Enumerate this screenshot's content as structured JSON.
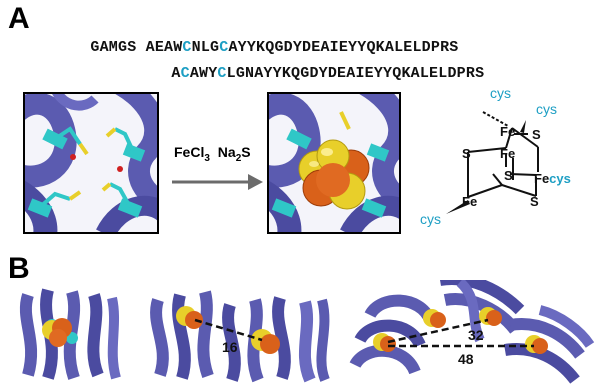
{
  "panel_a": {
    "label": "A",
    "seq_line1": {
      "parts": [
        "GAMGS AEAW",
        "C",
        "NLG",
        "C",
        "AYYKQGDYDEAIEYYQKALELDPRS"
      ]
    },
    "seq_line2": {
      "parts": [
        "A",
        "C",
        "AWY",
        "C",
        "LGNAYYKQGDYDEAIEYYQKALELDPRS"
      ]
    },
    "reagents": {
      "first": "FeCl",
      "first_sub": "3",
      "second": "Na",
      "second_sub": "2",
      "second_tail": "S"
    },
    "cluster": {
      "fe_label": "Fe",
      "s_label": "S",
      "cys_label": "cys",
      "fe_cys_label": "Fecys"
    }
  },
  "panel_b": {
    "label": "B",
    "distances": [
      "16",
      "32",
      "48"
    ]
  },
  "colors": {
    "helix": "#5b5bb0",
    "helix_dark": "#3f3f8a",
    "cys": "#2fc7c7",
    "sulfur": "#e8cf2a",
    "iron": "#d9611a",
    "cys_text": "#1e9fc4"
  }
}
